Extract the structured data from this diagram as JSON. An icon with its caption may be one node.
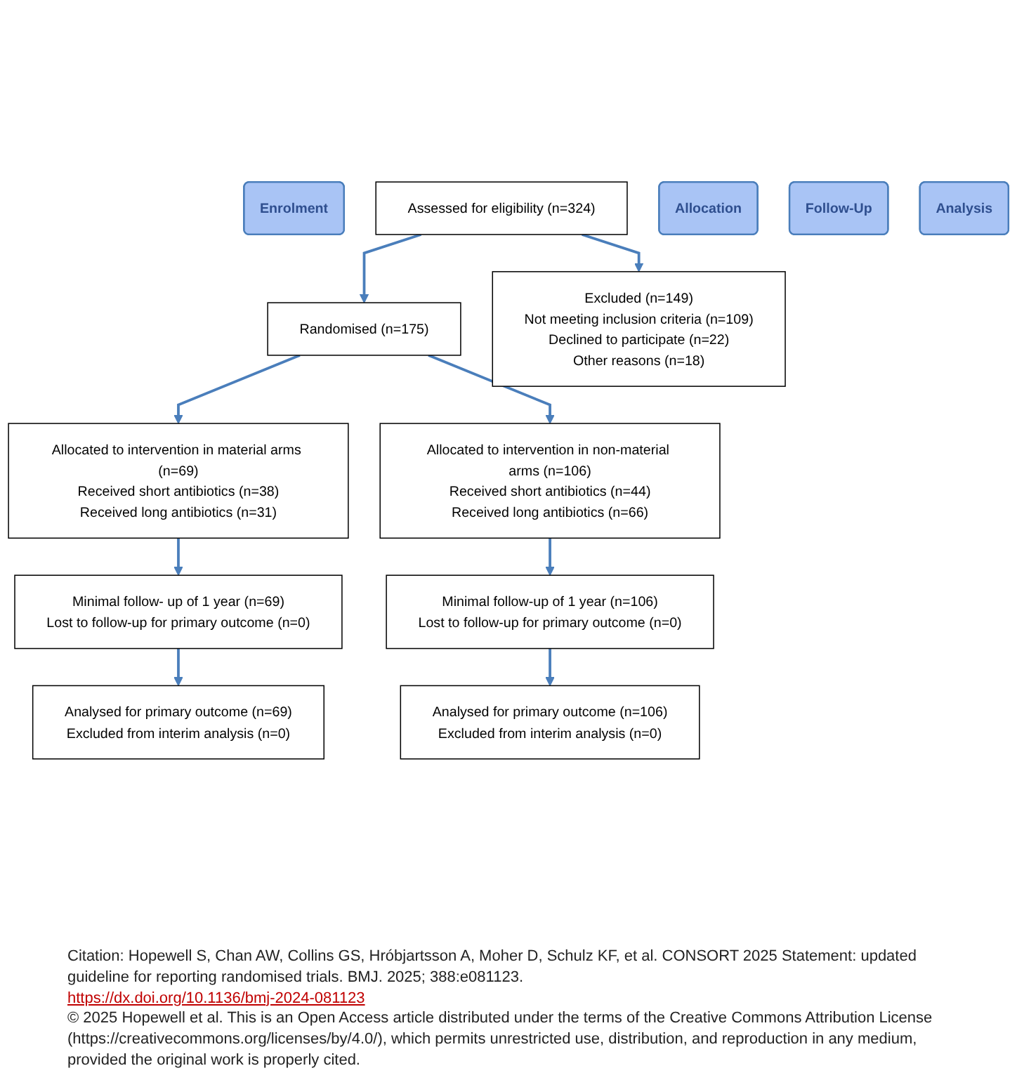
{
  "diagram": {
    "nodes": [
      {
        "text": [
          "Enrolment"
        ]
      },
      {
        "text": [
          "Assessed for eligibility (n=324)"
        ]
      },
      {
        "text": [
          "Excluded (n=149)",
          "Not meeting inclusion criteria (n=109)",
          "Declined to participate (n=22)",
          "Other reasons (n=18)"
        ]
      },
      {
        "text": [
          "Randomised (n=175)"
        ]
      },
      {
        "text": [
          "Allocation"
        ]
      },
      {
        "text": [
          "Allocated to intervention in material arms (n=69)",
          "Received short antibiotics (n=38)",
          "Received long antibiotics (n=31)"
        ]
      },
      {
        "text": [
          "Allocated to intervention in non-material arms (n=106)",
          "Received short antibiotics (n=44)",
          "Received long antibiotics (n=66)"
        ]
      },
      {
        "text": [
          "Follow-Up"
        ]
      },
      {
        "text": [
          "Minimal follow- up of 1 year (n=69)",
          "Lost to follow-up for primary outcome (n=0)"
        ]
      },
      {
        "text": [
          "Minimal follow-up of 1 year (n=106)",
          "Lost to follow-up for primary outcome (n=0)"
        ]
      },
      {
        "text": [
          "Analysis"
        ]
      },
      {
        "text": [
          "Analysed for primary outcome (n=69)",
          "Excluded from interim analysis (n=0)"
        ]
      },
      {
        "text": [
          "Analysed for primary outcome (n=106)",
          "Excluded from interim analysis (n=0)"
        ]
      }
    ],
    "edges": [
      {
        "from": 1,
        "to": 3,
        "arrow": "to"
      },
      {
        "from": 1,
        "to": 2,
        "arrow": "to"
      },
      {
        "from": 3,
        "to": 5,
        "arrow": "to"
      },
      {
        "from": 3,
        "to": 6,
        "arrow": "to"
      },
      {
        "from": 5,
        "to": 8,
        "arrow": "to"
      },
      {
        "from": 6,
        "to": 9,
        "arrow": "to"
      },
      {
        "from": 8,
        "to": 11,
        "arrow": "to"
      },
      {
        "from": 9,
        "to": 12,
        "arrow": "to"
      }
    ],
    "labels": [
      "Citation: Hopewell S, Chan AW, Collins GS, Hróbjartsson A, Moher D, Schulz KF, et al. CONSORT 2025 Statement: updated guideline for reporting randomised trials. BMJ. 2025; 388:e081123.",
      "https://dx.doi.org/10.1136/bmj-2024-081123",
      "© 2025 Hopewell et al. This is an Open Access article distributed under the terms of the Creative Commons Attribution License (https://creativecommons.org/licenses/by/4.0/), which permits unrestricted use, distribution, and reproduction in any medium, provided the original work is properly cited."
    ]
  }
}
